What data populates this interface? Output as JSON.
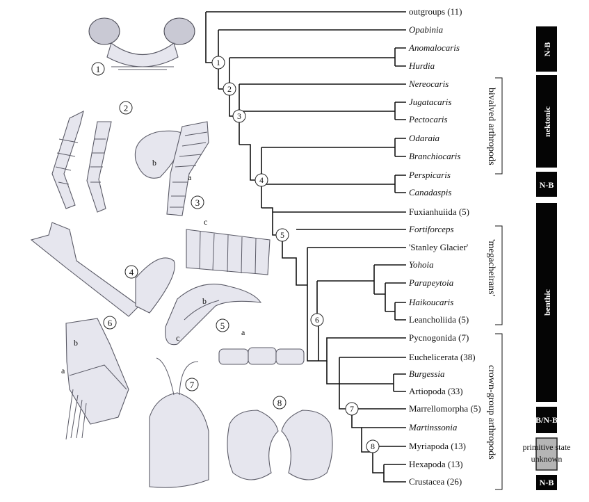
{
  "taxa": [
    {
      "name": "outgroups (11)",
      "italic": false
    },
    {
      "name": "Opabinia",
      "italic": true
    },
    {
      "name": "Anomalocaris",
      "italic": true
    },
    {
      "name": "Hurdia",
      "italic": true
    },
    {
      "name": "Nereocaris",
      "italic": true
    },
    {
      "name": "Jugatacaris",
      "italic": true
    },
    {
      "name": "Pectocaris",
      "italic": true
    },
    {
      "name": "Odaraia",
      "italic": true
    },
    {
      "name": "Branchiocaris",
      "italic": true
    },
    {
      "name": "Perspicaris",
      "italic": true
    },
    {
      "name": "Canadaspis",
      "italic": true
    },
    {
      "name": "Fuxianhuiida (5)",
      "italic": false
    },
    {
      "name": "Fortiforceps",
      "italic": true
    },
    {
      "name": "'Stanley Glacier'",
      "italic": false
    },
    {
      "name": "Yohoia",
      "italic": true
    },
    {
      "name": "Parapeytoia",
      "italic": true
    },
    {
      "name": "Haikoucaris",
      "italic": true
    },
    {
      "name": "Leancholiida (5)",
      "italic": false
    },
    {
      "name": "Pycnogonida (7)",
      "italic": false
    },
    {
      "name": "Euchelicerata (38)",
      "italic": false
    },
    {
      "name": "Burgessia",
      "italic": true
    },
    {
      "name": "Artiopoda (33)",
      "italic": false
    },
    {
      "name": "Marrellomorpha (5)",
      "italic": false
    },
    {
      "name": "Martinssonia",
      "italic": true
    },
    {
      "name": "Myriapoda (13)",
      "italic": false
    },
    {
      "name": "Hexapoda (13)",
      "italic": false
    },
    {
      "name": "Crustacea (26)",
      "italic": false
    }
  ],
  "nodes": [
    "1",
    "2",
    "3",
    "4",
    "5",
    "6",
    "7",
    "8"
  ],
  "groups": {
    "bivalved": "bivalved arthropods",
    "megacheirans": "'megacheirans'",
    "crown": "crown-group arthropods"
  },
  "ecology_bars": [
    "N-B",
    "nektonic",
    "N-B",
    "benthic",
    "B/N-B",
    "N-B"
  ],
  "legend": {
    "line1": "primitive state",
    "line2": "unknown"
  },
  "illustrations": {
    "numbers": [
      "1",
      "2",
      "3",
      "4",
      "5",
      "6",
      "7",
      "8"
    ],
    "sublabels": {
      "p3a": "a",
      "p3b": "b",
      "p3c": "c",
      "p4b": "b",
      "p4c": "c",
      "p5a": "a",
      "p6a": "a",
      "p6b": "b"
    }
  },
  "colors": {
    "ink": "#111111",
    "bar": "#050505",
    "drawing": "#e6e6ee"
  }
}
